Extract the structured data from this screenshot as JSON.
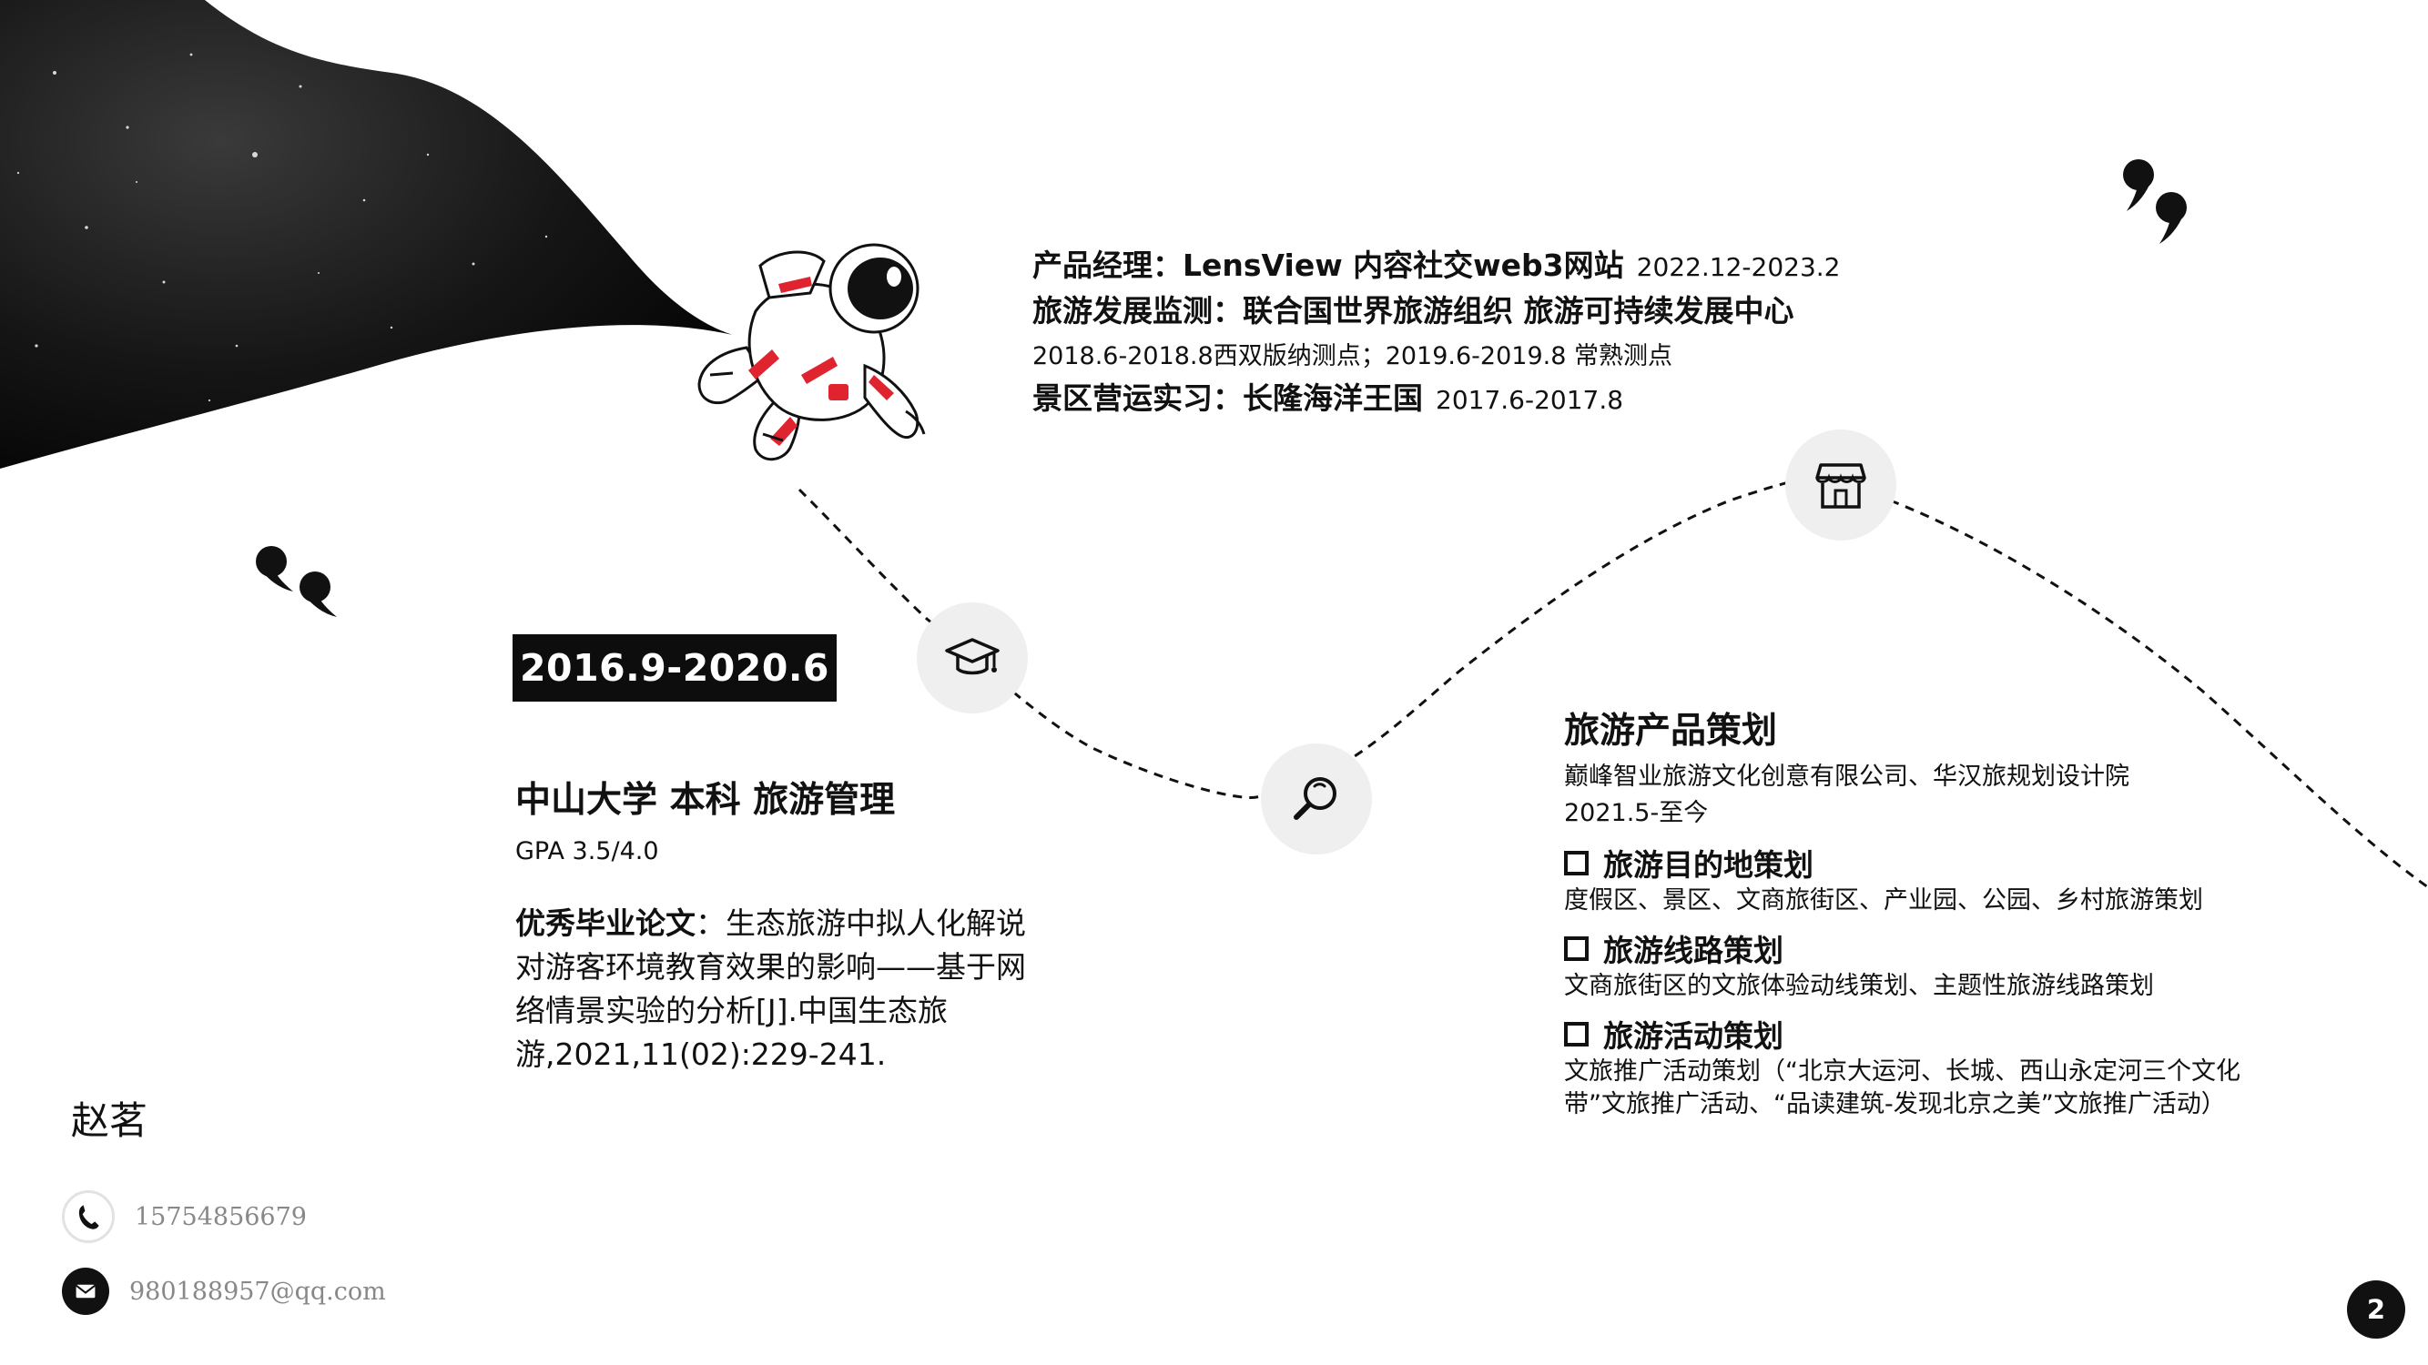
{
  "colors": {
    "ink": "#111111",
    "badge_bg": "#0d0d0d",
    "node_bg": "#efefef",
    "muted": "#888888",
    "accent_red": "#e0242f"
  },
  "icons": {
    "node_education": "graduation-cap-icon",
    "node_research": "magnifier-icon",
    "node_work": "storefront-icon",
    "phone": "phone-icon",
    "email": "envelope-icon"
  },
  "experience": {
    "line1_title": "产品经理：LensView 内容社交web3网站",
    "line1_date": "2022.12-2023.2",
    "line2_title": "旅游发展监测：联合国世界旅游组织 旅游可持续发展中心",
    "line3_sub": "2018.6-2018.8西双版纳测点；2019.6-2019.8 常熟测点",
    "line4_title": "景区营运实习：长隆海洋王国",
    "line4_date": "2017.6-2017.8"
  },
  "education": {
    "date_badge": "2016.9-2020.6",
    "title": "中山大学 本科 旅游管理",
    "gpa": "GPA 3.5/4.0",
    "thesis_label": "优秀毕业论文",
    "thesis_lines": [
      "：生态旅游中拟人化解说",
      "对游客环境教育效果的影响——基于网",
      "络情景实验的分析[J].中国生态旅",
      "游,2021,11(02):229-241."
    ]
  },
  "project": {
    "title": "旅游产品策划",
    "company": "巅峰智业旅游文化创意有限公司、华汉旅规划设计院",
    "date": "2021.5-至今",
    "items": [
      {
        "title": "旅游目的地策划",
        "desc_lines": [
          "度假区、景区、文商旅街区、产业园、公园、乡村旅游策划"
        ]
      },
      {
        "title": "旅游线路策划",
        "desc_lines": [
          "文商旅街区的文旅体验动线策划、主题性旅游线路策划"
        ]
      },
      {
        "title": "旅游活动策划",
        "desc_lines": [
          "文旅推广活动策划（“北京大运河、长城、西山永定河三个文化",
          "带”文旅推广活动、“品读建筑-发现北京之美”文旅推广活动）"
        ]
      }
    ]
  },
  "contact": {
    "name": "赵茗",
    "phone": "15754856679",
    "email": "980188957@qq.com"
  },
  "page_number": "2"
}
